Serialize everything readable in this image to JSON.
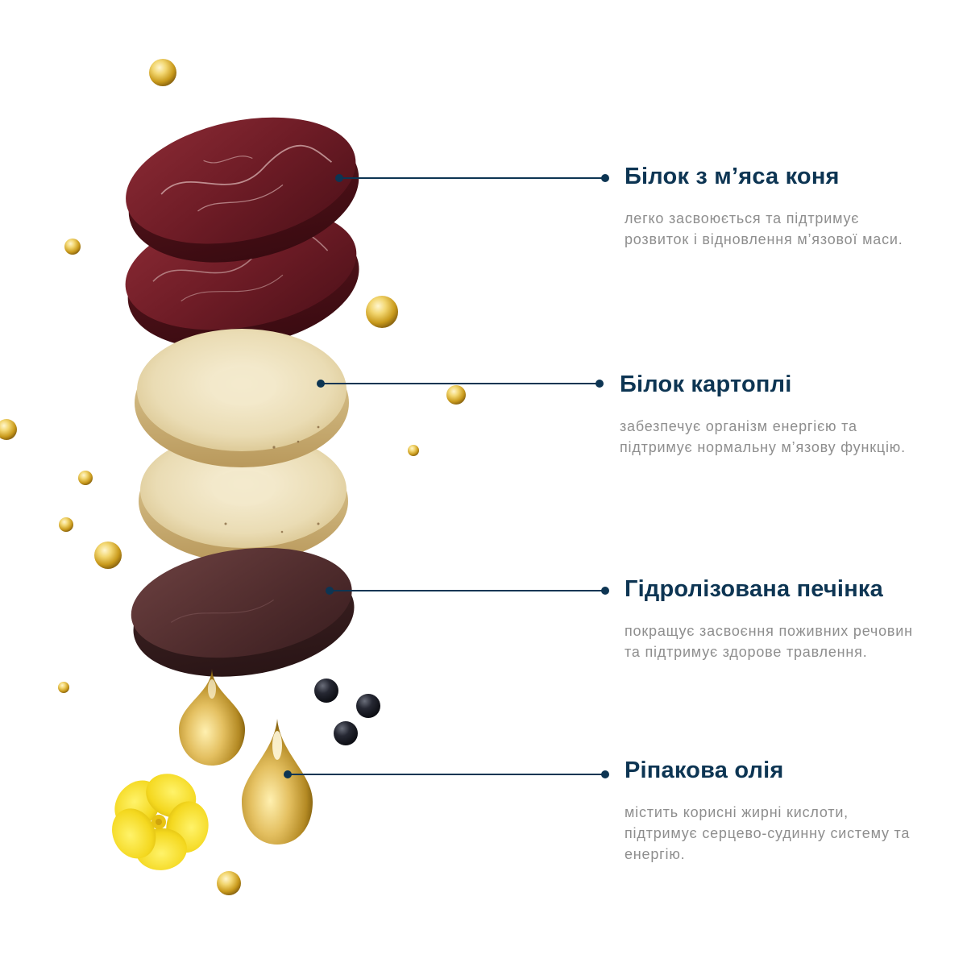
{
  "colors": {
    "heading": "#0d3553",
    "body_text": "#8e8e8e",
    "connector": "#0d3553",
    "background": "#ffffff"
  },
  "ingredients": [
    {
      "title": "Білок з м’яса коня",
      "description": "легко засвоюється та підтримує розвиток і відновлення м’язової маси.",
      "image": "horse-meat-slices"
    },
    {
      "title": "Білок картоплі",
      "description": "забезпечує організм енергією та підтримує нормальну м’язову функцію.",
      "image": "potato-slices"
    },
    {
      "title": "Гідролізована печінка",
      "description": "покращує засвоєння поживних речовин та підтримує здорове травлення.",
      "image": "liver-slice"
    },
    {
      "title": "Ріпакова олія",
      "description": "містить корисні жирні кислоти, підтримує серцево-судинну систему та енергію.",
      "image": "rapeseed-oil-drops"
    }
  ]
}
